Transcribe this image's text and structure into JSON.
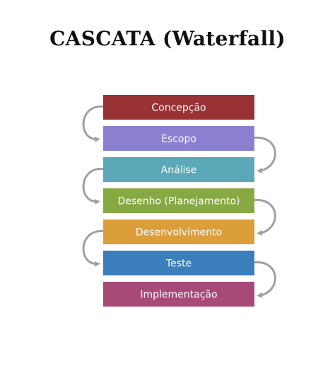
{
  "title": "CASCATA (Waterfall)",
  "steps": [
    {
      "label": "Concepção",
      "color": "#993235"
    },
    {
      "label": "Escopo",
      "color": "#8b80d0"
    },
    {
      "label": "Análise",
      "color": "#5aa8b8"
    },
    {
      "label": "Desenho (Planejamento)",
      "color": "#86a943"
    },
    {
      "label": "Desenvolvimento",
      "color": "#dc9e39"
    },
    {
      "label": "Teste",
      "color": "#3a7fbc"
    },
    {
      "label": "Implementação",
      "color": "#a84a78"
    }
  ],
  "arrow_color": "#a0a0a0"
}
